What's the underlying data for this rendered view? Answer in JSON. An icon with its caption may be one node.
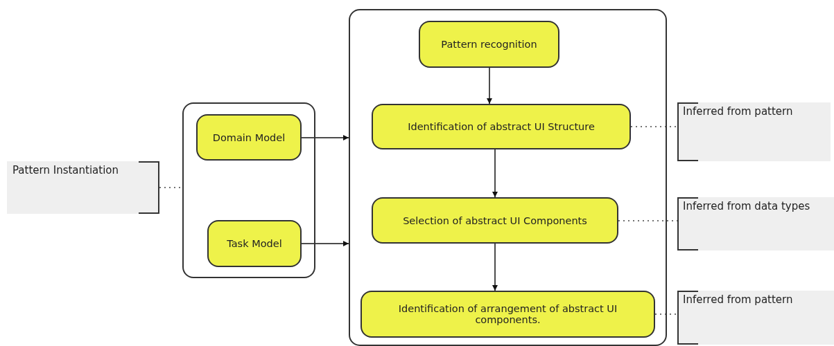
{
  "diagram": {
    "nodes": [
      {
        "text": [
          "Pattern Instantiation"
        ]
      },
      {
        "text": [],
        "shape": "box"
      },
      {
        "text": [
          "Domain Model"
        ],
        "in": 1
      },
      {
        "text": [
          "Task Model"
        ],
        "in": 1
      },
      {
        "text": [],
        "shape": "box"
      },
      {
        "text": [
          "Pattern recognition"
        ],
        "in": 4
      },
      {
        "text": [
          "Identification of abstract UI Structure"
        ],
        "in": 4
      },
      {
        "text": [
          "Selection of abstract UI Components"
        ],
        "in": 4
      },
      {
        "text": [
          "Identification of arrangement of abstract UI components."
        ],
        "in": 4
      },
      {
        "text": [
          "Inferred from pattern"
        ]
      },
      {
        "text": [
          "Inferred from data types"
        ]
      },
      {
        "text": [
          "Inferred from pattern"
        ]
      }
    ],
    "edges": [
      {
        "from": 0,
        "to": 1,
        "arrow": "none",
        "style": "dashed"
      },
      {
        "from": 2,
        "to": 4,
        "arrow": "to"
      },
      {
        "from": 3,
        "to": 4,
        "arrow": "to"
      },
      {
        "from": 5,
        "to": 6,
        "arrow": "to"
      },
      {
        "from": 6,
        "to": 7,
        "arrow": "to"
      },
      {
        "from": 7,
        "to": 8,
        "arrow": "to"
      },
      {
        "from": 6,
        "to": 9,
        "arrow": "none",
        "style": "dashed"
      },
      {
        "from": 7,
        "to": 10,
        "arrow": "none",
        "style": "dashed"
      },
      {
        "from": 8,
        "to": 11,
        "arrow": "none",
        "style": "dashed"
      }
    ]
  }
}
